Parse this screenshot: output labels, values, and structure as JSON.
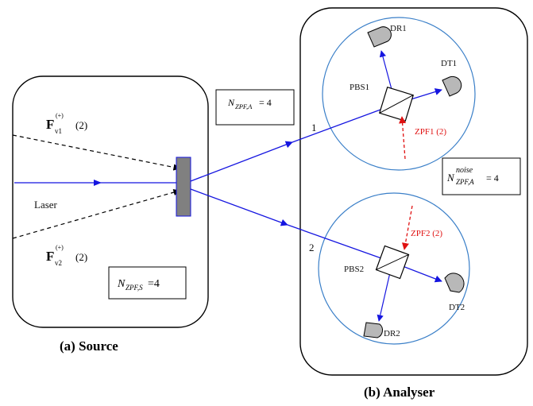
{
  "captions": {
    "source": "(a) Source",
    "analyser": "(b) Analyser"
  },
  "source": {
    "field1": {
      "symbol": "F",
      "sub": "v1",
      "sup": "(+)",
      "arg": "(2)"
    },
    "field2": {
      "symbol": "F",
      "sub": "v2",
      "sup": "(+)",
      "arg": "(2)"
    },
    "laser_label": "Laser",
    "nzpf_box": {
      "symbol": "N",
      "sub": "ZPF,S",
      "value": "=4"
    }
  },
  "middle_box": {
    "symbol": "N",
    "sub": "ZPF,A",
    "value": "= 4"
  },
  "beams": {
    "beam1_label": "1",
    "beam2_label": "2"
  },
  "analyser": {
    "upper": {
      "pbs": "PBS1",
      "dr": "DR1",
      "dt": "DT1",
      "zpf": "ZPF1 (2)"
    },
    "lower": {
      "pbs": "PBS2",
      "dr": "DR2",
      "dt": "DT2",
      "zpf": "ZPF2 (2)"
    },
    "noise_box": {
      "symbol": "N",
      "sup": "noise",
      "sub": "ZPF,A",
      "value": "= 4"
    }
  },
  "colors": {
    "beam": "#1515e0",
    "zpf": "#e01010",
    "circle": "#3a7fc8",
    "detector": "#b8b8b8",
    "crystal": "#808080"
  }
}
